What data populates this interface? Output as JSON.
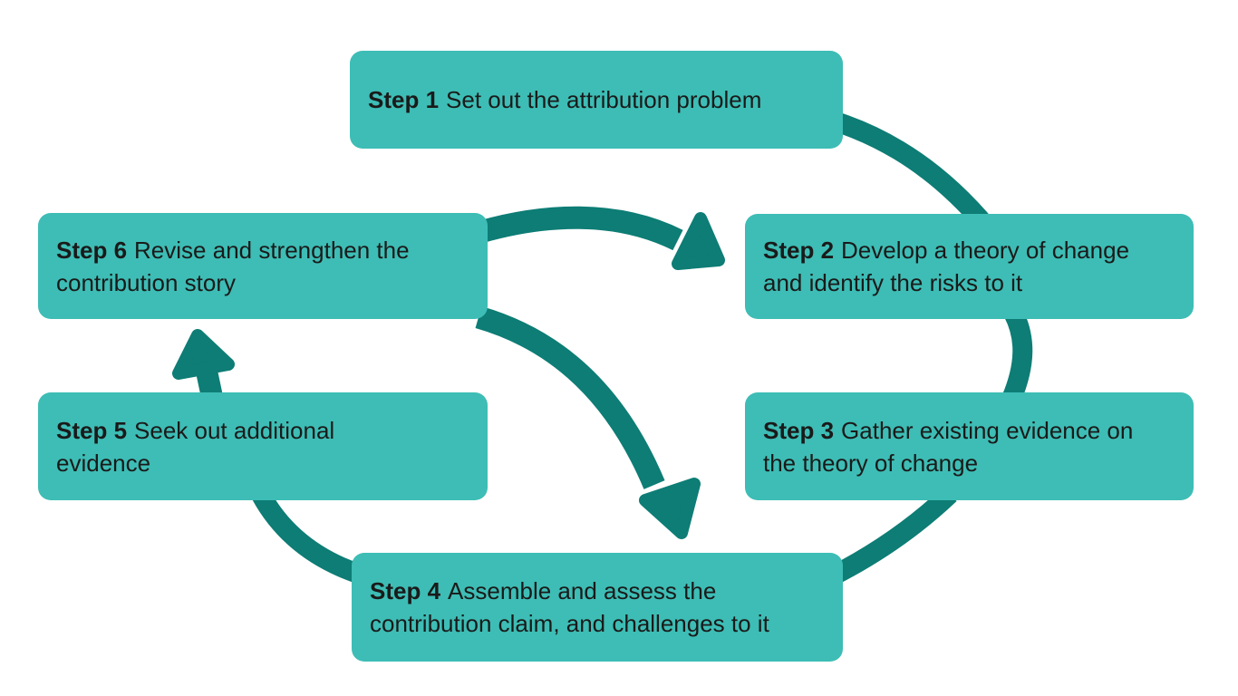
{
  "diagram": {
    "kind": "cycle",
    "steps": [
      {
        "label": "Step 1",
        "line1": "Set out the attribution problem",
        "line2": ""
      },
      {
        "label": "Step 2",
        "line1": "Develop a theory of change",
        "line2": "and identify the risks to it"
      },
      {
        "label": "Step 3",
        "line1": "Gather existing evidence on",
        "line2": "the theory of change"
      },
      {
        "label": "Step 4",
        "line1": "Assemble and assess the",
        "line2": "contribution claim, and challenges to it"
      },
      {
        "label": "Step 5",
        "line1": "Seek out additional",
        "line2": "evidence"
      },
      {
        "label": "Step 6",
        "line1": "Revise and strengthen the",
        "line2": "contribution story"
      }
    ],
    "arrows": [
      {
        "from": "step-1",
        "to": "step-2",
        "style": "outer-arc"
      },
      {
        "from": "step-2",
        "to": "step-3",
        "style": "outer-arc"
      },
      {
        "from": "step-3",
        "to": "step-4",
        "style": "outer-arc"
      },
      {
        "from": "step-4",
        "to": "step-5",
        "style": "outer-arc"
      },
      {
        "from": "step-5",
        "to": "step-6",
        "style": "outer-arc-with-arrowhead"
      },
      {
        "from": "step-6",
        "to": "step-2",
        "style": "inner-curve-with-arrowhead"
      },
      {
        "from": "step-6",
        "to": "step-4",
        "style": "inner-curve-with-arrowhead"
      }
    ]
  },
  "colors": {
    "box_fill": "#3dbdb5",
    "arrow": "#0d7d75",
    "text": "#1a1a1a",
    "background": "#ffffff"
  }
}
